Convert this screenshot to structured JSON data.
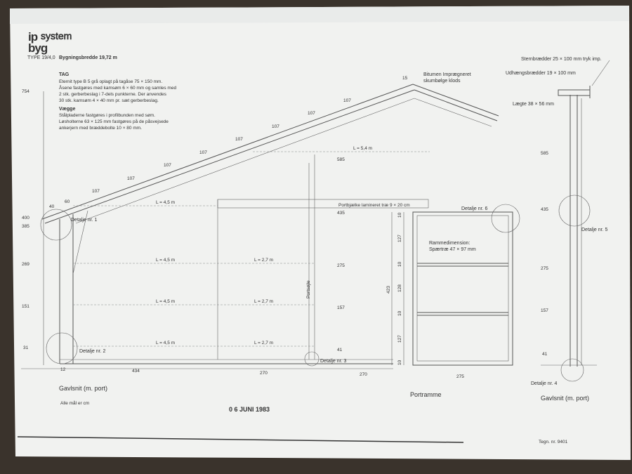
{
  "header": {
    "logo_text": "ip system byg",
    "type": "TYPE 19/4,0",
    "width_label": "Bygningsbredde 19,72 m"
  },
  "notes": {
    "roof_title": "TAG",
    "roof_lines": [
      "Eternit type B 5 grå oplagt på tagåse 75 × 150 mm.",
      "Åsene fastgøres med kamsøm 6 × 60 mm og samles med",
      "2 stk. gerberbeslag i 7-dels punkterne. Der anvendes",
      "30 stk. kamsøm 4 × 40 mm pr. sæt gerberbeslag."
    ],
    "walls_title": "Vægge",
    "walls_lines": [
      "Stålpladerne fastgøres i profilbunden med søm.",
      "Løsholterne 63 × 125 mm fastgøres på de påsvejsede",
      "ankerjern med bræddebolte 10 × 80 mm."
    ]
  },
  "callouts": {
    "bitumen": [
      "Bitumen Imprægneret",
      "skumbølge klods"
    ],
    "stern": "Sternbrædder 25 × 100 mm tryk imp.",
    "udhaeng": "Udhængsbrædder 19 × 100 mm",
    "laegte": "Lægte 38 × 56 mm",
    "portbjaelke": "Portbjælke lamineret træ 9 × 20 cm",
    "rammedim": [
      "Rammedimension:",
      "Spærtræ 47 × 97 mm"
    ],
    "portsojle": "Portsøjle"
  },
  "details": {
    "d1": "Detalje nr. 1",
    "d2": "Detalje nr. 2",
    "d3": "Detalje nr. 3",
    "d4": "Detalje nr. 4",
    "d5": "Detalje nr. 5",
    "d6": "Detalje nr. 6"
  },
  "dimensions": {
    "left_heights": [
      "754",
      "400",
      "385",
      "269",
      "151",
      "31"
    ],
    "roof_spacing": [
      "40",
      "60",
      "107",
      "107",
      "107",
      "107",
      "107",
      "107",
      "107",
      "107",
      "15"
    ],
    "lengths": {
      "l54": "L = 5,4 m",
      "l45a": "L = 4,5 m",
      "l45b": "L = 4,5 m",
      "l45c": "L = 4,5 m",
      "l45d": "L = 4,5 m",
      "l27a": "L = 2,7 m",
      "l27b": "L = 2,7 m",
      "l27c": "L = 2,7 m"
    },
    "mid_heights": [
      "585",
      "435",
      "275",
      "157",
      "41"
    ],
    "bottom": [
      "12",
      "434",
      "270",
      "270",
      "275"
    ],
    "frame_vertical": [
      "10",
      "127",
      "10",
      "128",
      "10",
      "127",
      "10"
    ],
    "frame_total": "423",
    "side_heights": [
      "585",
      "435",
      "275",
      "157",
      "41"
    ]
  },
  "captions": {
    "gavl_left": "Gavlsnit (m. port)",
    "units": "Alle mål er cm",
    "stamp": "0 6  JUNI 1983",
    "portramme": "Portramme",
    "gavl_right": "Gavlsnit (m. port)",
    "drawing_no": "Tegn. nr. 9401"
  }
}
